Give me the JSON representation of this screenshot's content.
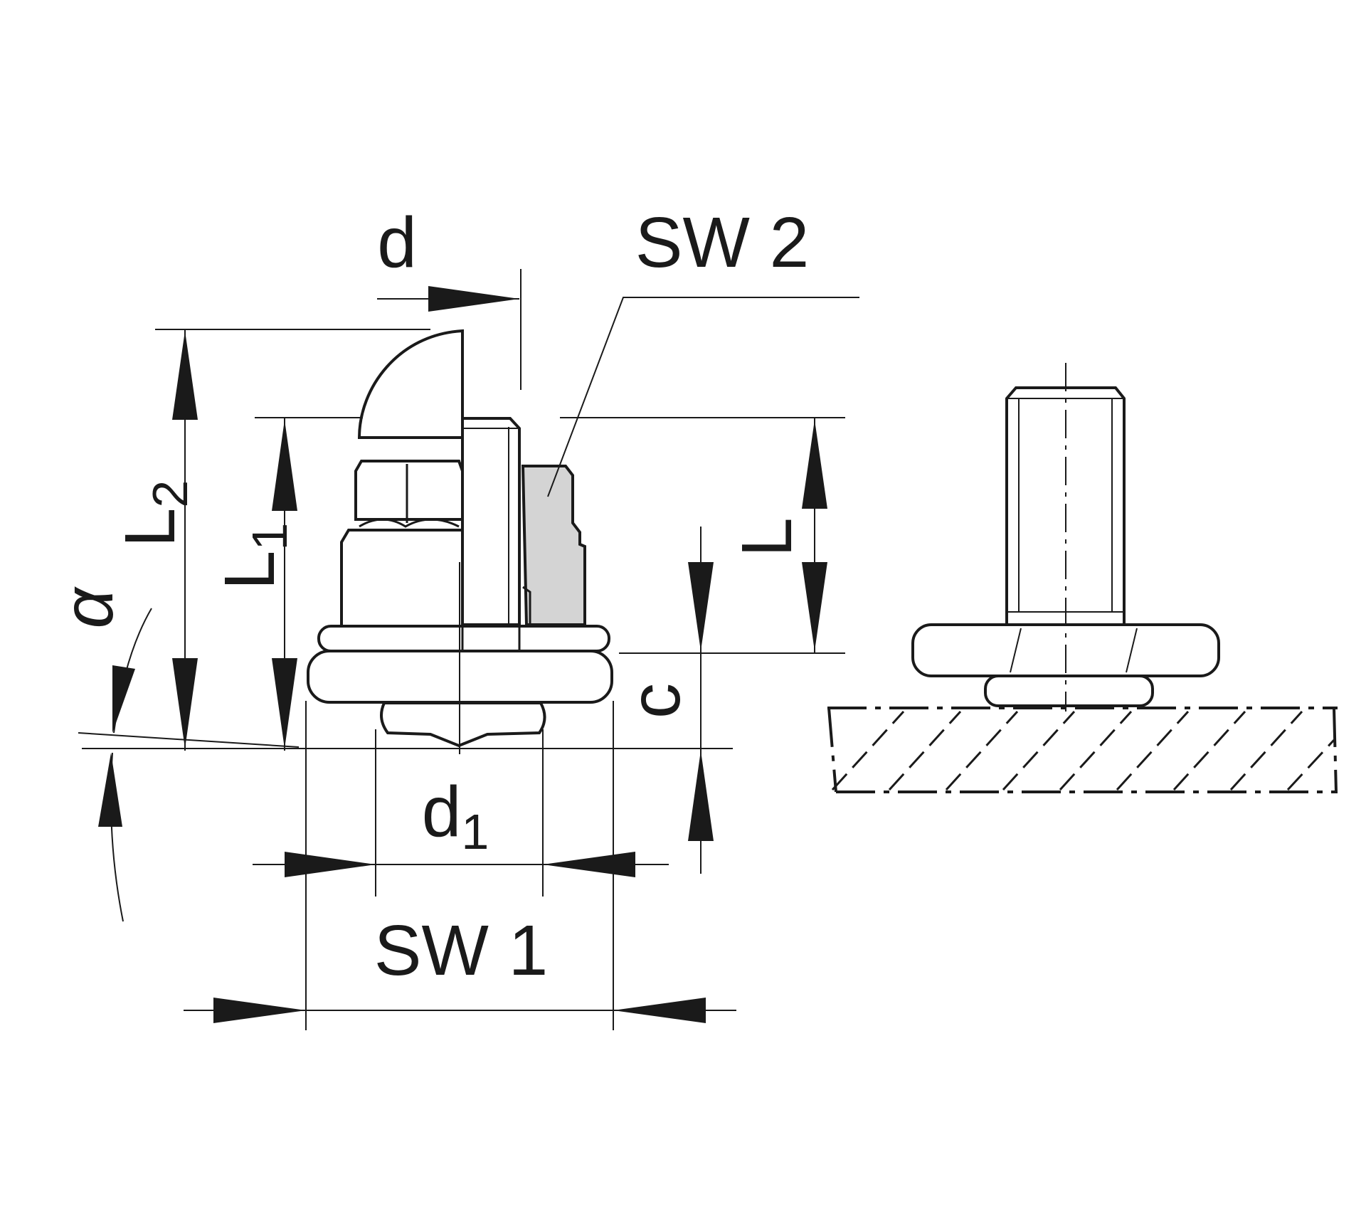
{
  "labels": {
    "d": "d",
    "sw2": "SW 2",
    "l2_main": "L",
    "l2_sub": "2",
    "l1_main": "L",
    "l1_sub": "1",
    "l": "L",
    "alpha": "α",
    "c": "c",
    "d1_main": "d",
    "d1_sub": "1",
    "sw1": "SW 1"
  }
}
